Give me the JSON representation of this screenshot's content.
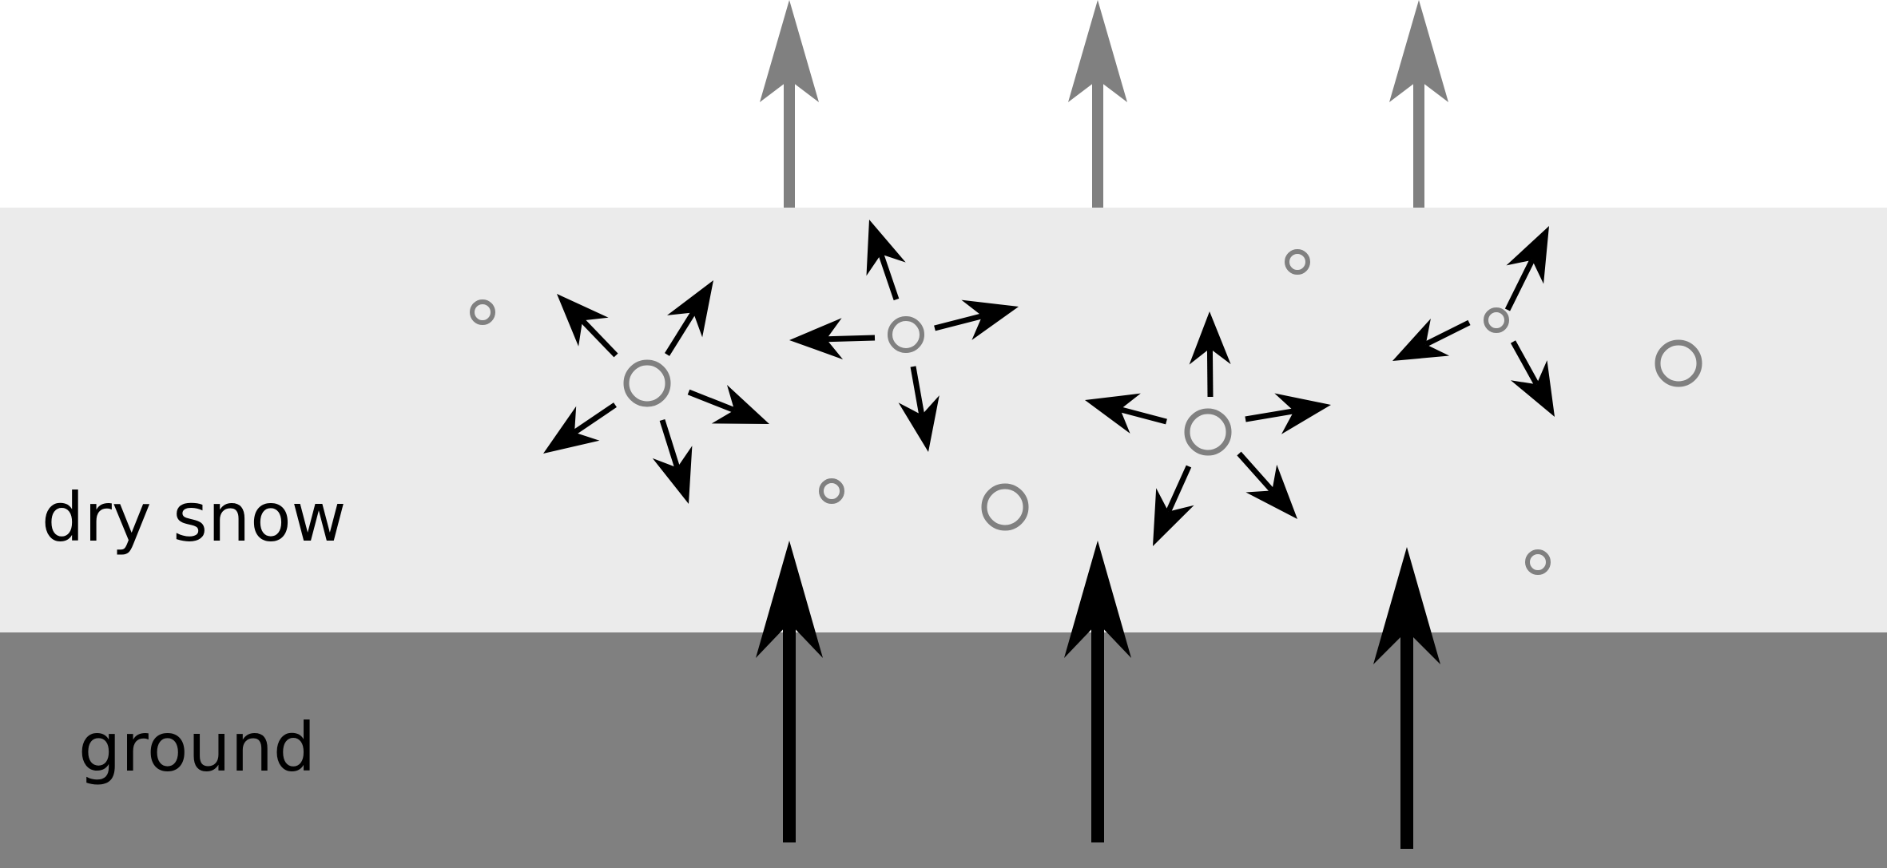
{
  "labels": {
    "dry_snow": "dry snow",
    "ground": "ground"
  },
  "colors": {
    "background": "#ffffff",
    "snow_layer": "#ebebeb",
    "ground_layer": "#808080",
    "escaping_arrow": "#808080",
    "heat_arrow": "#000000",
    "scatter_arrow": "#000000",
    "pore_ring": "#808080"
  },
  "icons": {
    "heat_flow": "up-arrow-icon",
    "escaping_flow": "up-arrow-icon",
    "scattering": "scatter-arrow-icon",
    "pore": "ring-icon"
  },
  "counts": {
    "upward_heat_arrows": 3,
    "escaping_arrows": 3,
    "scatter_clusters": 4,
    "isolated_pores": 6
  }
}
